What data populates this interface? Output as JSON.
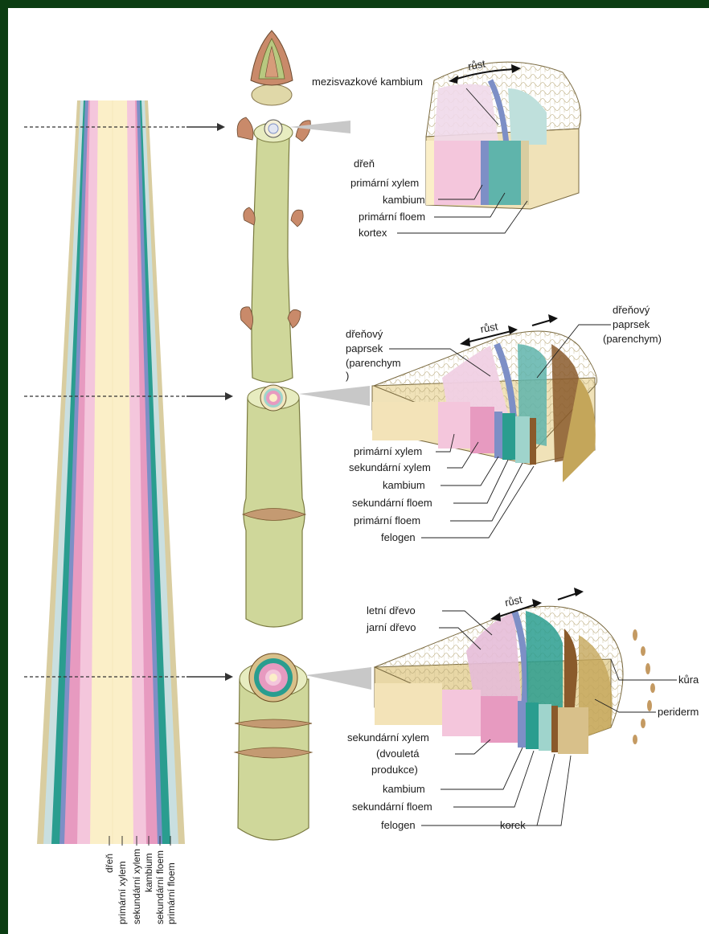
{
  "colors": {
    "frame_outer": "#0b3d12",
    "frame_left": "#1f7a1f",
    "pith": "#fbefc8",
    "primary_xylem": "#f4c6dc",
    "secondary_xylem": "#e79ac0",
    "cambium": "#7d8fc6",
    "secondary_phloem": "#2a9d8f",
    "primary_phloem": "#9fd4cc",
    "cortex": "#e6dab0",
    "periderm": "#8a5a2b",
    "cork": "#d8c08a",
    "stem": "#cfd79a",
    "bud": "#c98a6a"
  },
  "stage1": {
    "growth_label": "růst",
    "labels": {
      "interfascicular_cambium": "mezisvazkové kambium",
      "pith": "dřeň",
      "primary_xylem": "primární xylem",
      "cambium": "kambium",
      "primary_phloem": "primární floem",
      "cortex": "kortex"
    }
  },
  "stage2": {
    "growth_label": "růst",
    "labels": {
      "ray_left_1": "dřeňový",
      "ray_left_2": "paprsek",
      "ray_left_3": "(parenchym",
      "ray_left_4": ")",
      "ray_right_1": "dřeňový",
      "ray_right_2": "paprsek",
      "ray_right_3": "(parenchym)",
      "primary_xylem": "primární xylem",
      "secondary_xylem": "sekundární xylem",
      "cambium": "kambium",
      "secondary_phloem": "sekundární floem",
      "primary_phloem": "primární floem",
      "phellogen": "felogen"
    }
  },
  "stage3": {
    "growth_label": "růst",
    "labels": {
      "latewood": "letní dřevo",
      "earlywood": "jarní dřevo",
      "secondary_xylem_1": "sekundární xylem",
      "secondary_xylem_2": "(dvouletá",
      "secondary_xylem_3": "produkce)",
      "cambium": "kambium",
      "secondary_phloem": "sekundární floem",
      "phellogen": "felogen",
      "cork": "korek",
      "bark": "kůra",
      "periderm": "periderm"
    }
  },
  "column_labels": [
    "dřeň",
    "primární xylem",
    "sekundární xylem",
    "kambium",
    "sekundární floem",
    "primární floem"
  ]
}
